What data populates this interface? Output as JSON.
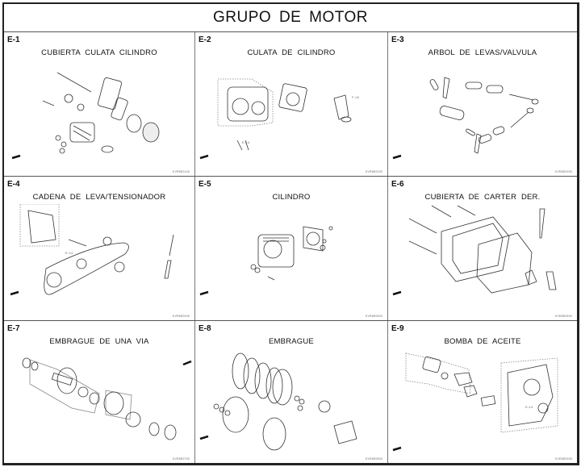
{
  "page_title": "GRUPO DE MOTOR",
  "sections": [
    {
      "code": "E-1",
      "title": "CUBIERTA CULATA CILINDRO",
      "diagram_ref": "KVR6E0100"
    },
    {
      "code": "E-2",
      "title": "CULATA DE CILINDRO",
      "diagram_ref": "KVR6E0200"
    },
    {
      "code": "E-3",
      "title": "ARBOL DE LEVAS/VALVULA",
      "diagram_ref": "KVR6E0300"
    },
    {
      "code": "E-4",
      "title": "CADENA DE LEVA/TENSIONADOR",
      "diagram_ref": "KVR6E0400"
    },
    {
      "code": "E-5",
      "title": "CILINDRO",
      "diagram_ref": "KVR6E0500"
    },
    {
      "code": "E-6",
      "title": "CUBIERTA DE CARTER DER.",
      "diagram_ref": "KVR6E0600"
    },
    {
      "code": "E-7",
      "title": "EMBRAGUE DE UNA VIA",
      "diagram_ref": "KVR6E0700"
    },
    {
      "code": "E-8",
      "title": "EMBRAGUE",
      "diagram_ref": "KVR6E0800"
    },
    {
      "code": "E-9",
      "title": "BOMBA DE ACEITE",
      "diagram_ref": "KVR6E0900"
    }
  ],
  "cross_refs": {
    "e2": "F-16",
    "e2b": "E-14",
    "e4": "E-14",
    "e9": "E-14"
  },
  "icons": {
    "front_arrow": "front-direction-arrow-icon"
  }
}
